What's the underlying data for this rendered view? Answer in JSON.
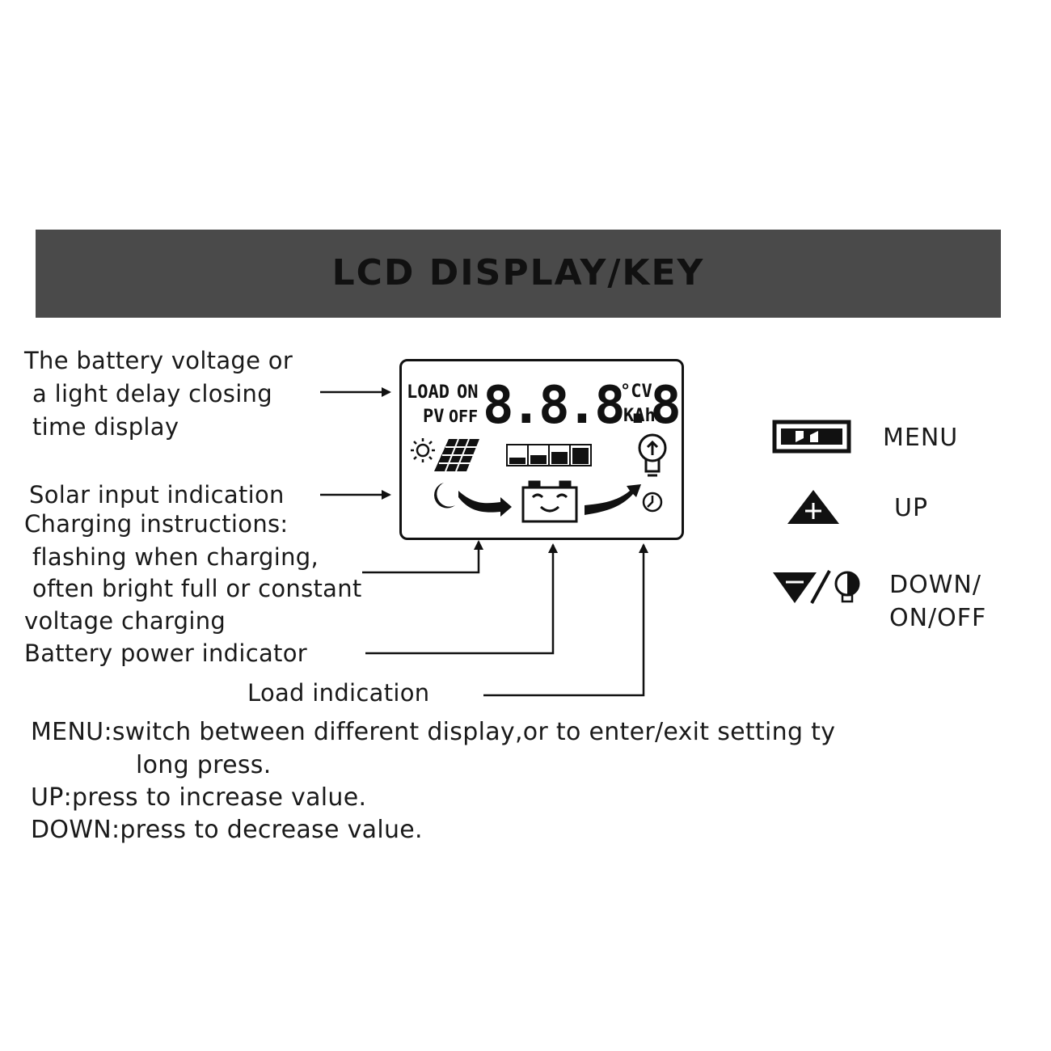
{
  "banner": {
    "title": "LCD DISPLAY/KEY"
  },
  "callouts": {
    "battery_voltage": [
      "The battery voltage or",
      "a light delay closing",
      "time display"
    ],
    "solar_input": "Solar input indication",
    "charging": [
      "Charging instructions:",
      "flashing when charging,",
      "often bright full or constant",
      "voltage charging"
    ],
    "battery_power": "Battery power indicator",
    "load": "Load indication"
  },
  "lcd": {
    "load_label": "LOAD",
    "on_label": "ON",
    "pv_label": "PV",
    "off_label": "OFF",
    "digits": "8.8.8.8",
    "unit_top": "°CV",
    "unit_bottom": "KAh"
  },
  "keys": {
    "menu_label": "MENU",
    "up_label": "UP",
    "down_label_1": "DOWN/",
    "down_label_2": "ON/OFF"
  },
  "notes": {
    "menu_1": "MENU:switch between different display,or to enter/exit setting ty",
    "menu_2": "long press.",
    "up": "UP:press to increase value.",
    "down": "DOWN:press to decrease value."
  },
  "colors": {
    "banner": "#4a4a4a",
    "ink": "#111111"
  },
  "icons": [
    "sun-icon",
    "solar-panel-icon",
    "moon-icon",
    "battery-icon",
    "bulb-icon",
    "clock-icon",
    "menu-key-icon",
    "up-key-icon",
    "down-onoff-key-icon"
  ]
}
